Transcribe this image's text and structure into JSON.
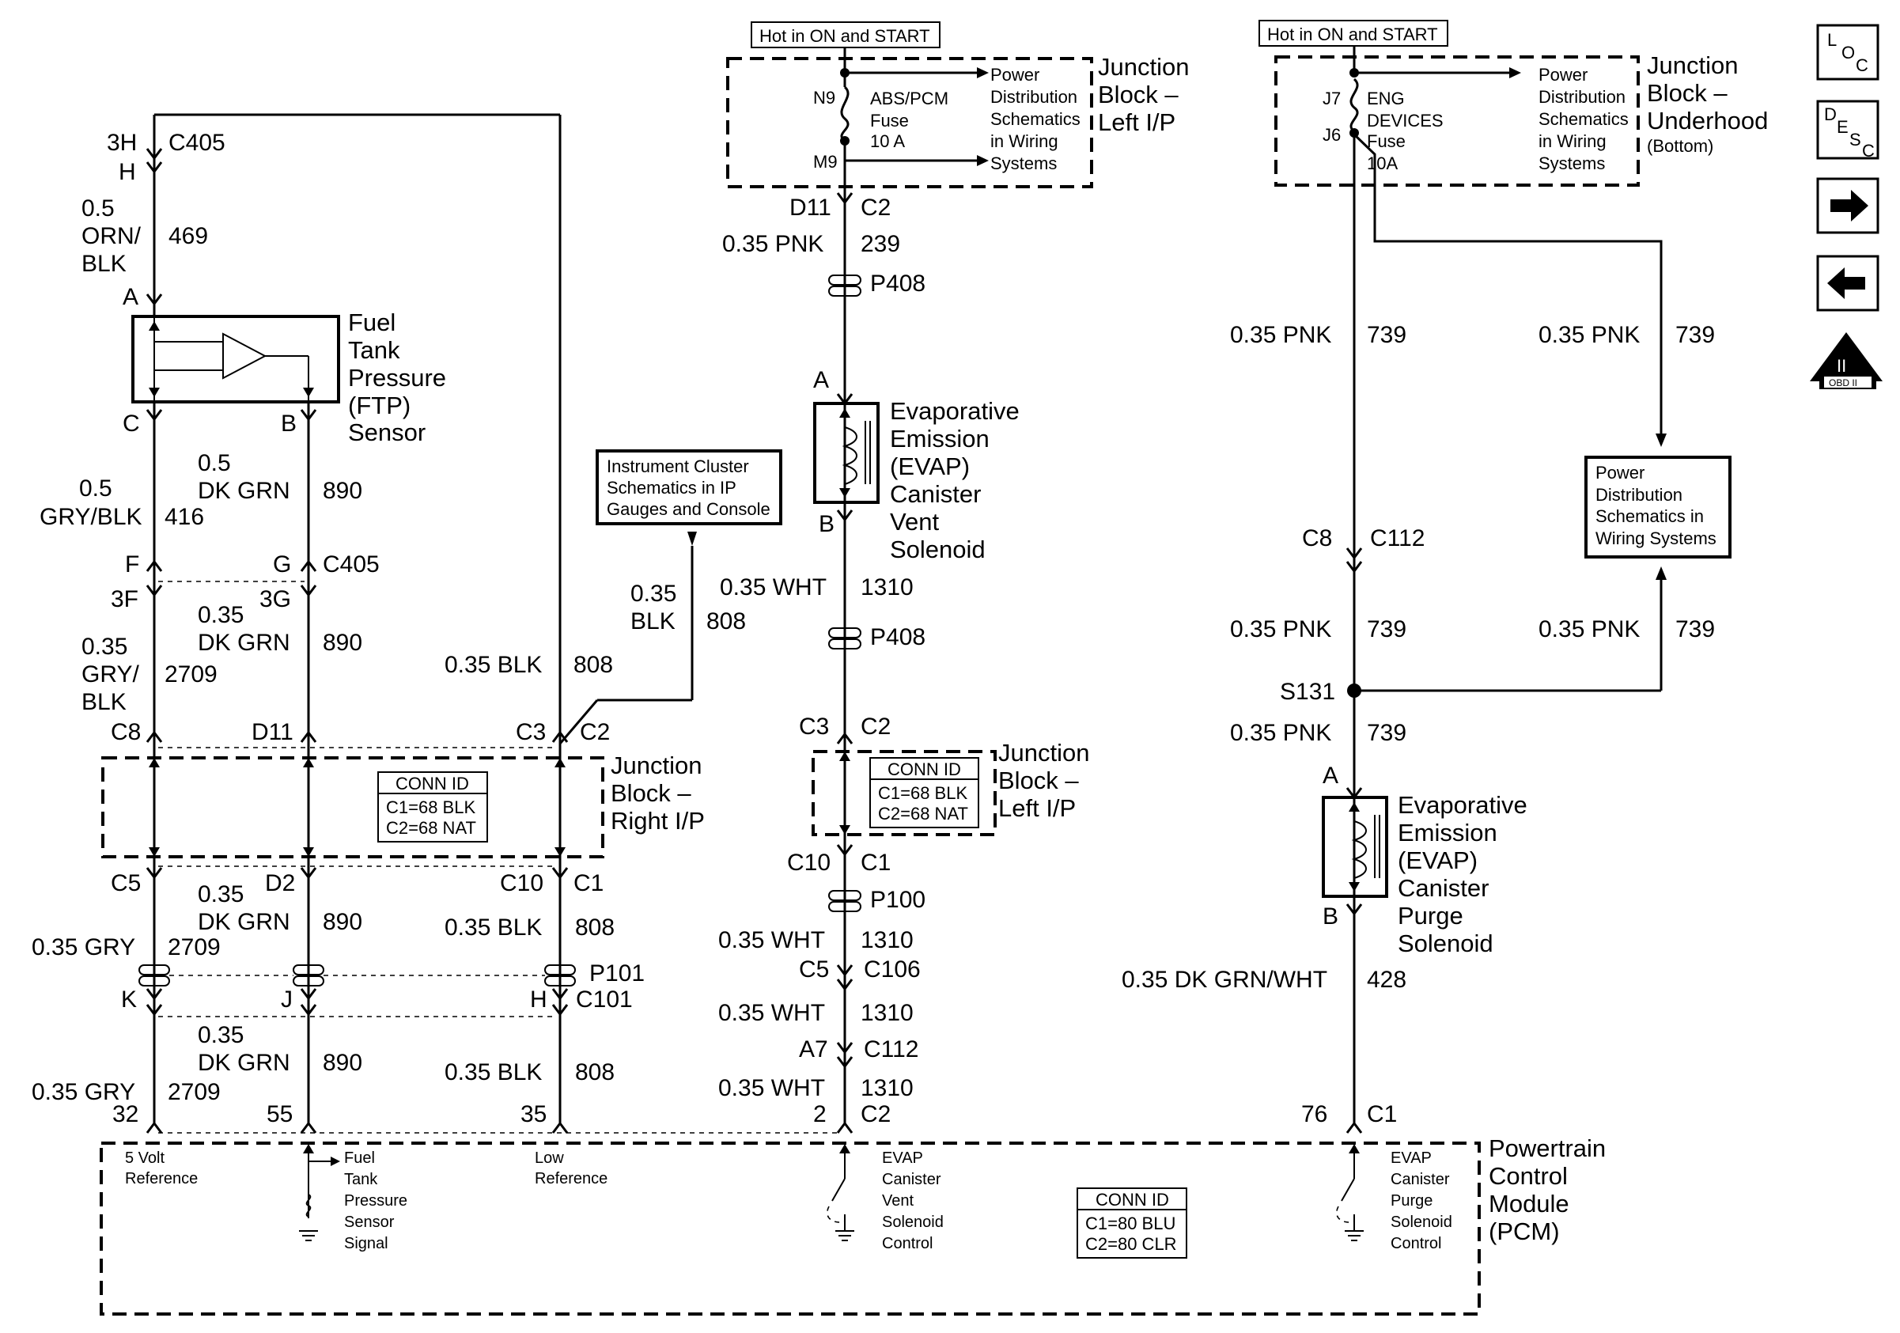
{
  "hot_banners": [
    "Hot in ON and START",
    "Hot in ON and START"
  ],
  "junction_left_ip_top": {
    "title_lines": [
      "Junction",
      "Block –",
      "Left I/P"
    ],
    "pin_top": "N9",
    "pin_bottom": "M9",
    "fuse_lines": [
      "ABS/PCM",
      "Fuse",
      "10 A"
    ],
    "ref_lines": [
      "Power",
      "Distribution",
      "Schematics",
      "in Wiring",
      "Systems"
    ]
  },
  "junction_underhood": {
    "title_lines": [
      "Junction",
      "Block –",
      "Underhood",
      "(Bottom)"
    ],
    "pin_top": "J7",
    "pin_bottom": "J6",
    "fuse_lines": [
      "ENG",
      "DEVICES",
      "Fuse",
      "10A"
    ],
    "ref_lines": [
      "Power",
      "Distribution",
      "Schematics",
      "in Wiring",
      "Systems"
    ]
  },
  "ftp_sensor": {
    "title_lines": [
      "Fuel",
      "Tank",
      "Pressure",
      "(FTP)",
      "Sensor"
    ],
    "pins": [
      "A",
      "C",
      "B"
    ]
  },
  "instrument_ref": [
    "Instrument Cluster",
    "Schematics in IP",
    "Gauges and Console"
  ],
  "power_dist_ref": [
    "Power",
    "Distribution",
    "Schematics in",
    "Wiring Systems"
  ],
  "vent_solenoid": {
    "title_lines": [
      "Evaporative",
      "Emission",
      "(EVAP)",
      "Canister",
      "Vent",
      "Solenoid"
    ],
    "pins": [
      "A",
      "B"
    ]
  },
  "purge_solenoid": {
    "title_lines": [
      "Evaporative",
      "Emission",
      "(EVAP)",
      "Canister",
      "Purge",
      "Solenoid"
    ],
    "pins": [
      "A",
      "B"
    ]
  },
  "junction_right_ip": {
    "title_lines": [
      "Junction",
      "Block –",
      "Right I/P"
    ],
    "conn_id": [
      "CONN ID",
      "C1=68 BLK",
      "C2=68 NAT"
    ]
  },
  "junction_left_ip_mid": {
    "title_lines": [
      "Junction",
      "Block –",
      "Left I/P"
    ],
    "conn_id": [
      "CONN ID",
      "C1=68 BLK",
      "C2=68 NAT"
    ]
  },
  "pcm": {
    "title_lines": [
      "Powertrain",
      "Control",
      "Module",
      "(PCM)"
    ],
    "conn_id": [
      "CONN ID",
      "C1=80 BLU",
      "C2=80 CLR"
    ],
    "labels": {
      "five_volt": [
        "5 Volt",
        "Reference"
      ],
      "ftp_signal": [
        "Fuel",
        "Tank",
        "Pressure",
        "Sensor",
        "Signal"
      ],
      "low_ref": [
        "Low",
        "Reference"
      ],
      "vent_control": [
        "EVAP",
        "Canister",
        "Vent",
        "Solenoid",
        "Control"
      ],
      "purge_control": [
        "EVAP",
        "Canister",
        "Purge",
        "Solenoid",
        "Control"
      ]
    },
    "pins": [
      "32",
      "55",
      "35",
      "2",
      "C2",
      "76",
      "C1"
    ]
  },
  "connectors": {
    "c405_top": [
      "3H",
      "H",
      "C405"
    ],
    "c405_mid": [
      "F",
      "3F",
      "G",
      "3G",
      "C405"
    ],
    "jb_right_top": [
      "C8",
      "D11",
      "C3",
      "C2"
    ],
    "jb_right_bottom": [
      "C5",
      "D2",
      "C10",
      "C1"
    ],
    "p101": [
      "P101"
    ],
    "c101": [
      "K",
      "J",
      "H",
      "C101"
    ],
    "col3": [
      "D11",
      "C2",
      "P408",
      "A",
      "B",
      "P408",
      "C3",
      "C2",
      "C10",
      "C1",
      "P100",
      "C5",
      "C106",
      "A7",
      "C112"
    ],
    "col4": [
      "C8",
      "C112",
      "S131",
      "A",
      "B"
    ]
  },
  "wires": {
    "w469": [
      "0.5",
      "ORN/",
      "BLK",
      "469"
    ],
    "w416": [
      "0.5",
      "GRY/BLK",
      "416"
    ],
    "w890a": [
      "0.5",
      "DK GRN",
      "890"
    ],
    "w2709a": [
      "0.35",
      "GRY/",
      "BLK",
      "2709"
    ],
    "w890b": [
      "0.35",
      "DK GRN",
      "890"
    ],
    "w808a": [
      "0.35 BLK",
      "808"
    ],
    "w808b": [
      "0.35",
      "BLK",
      "808"
    ],
    "w2709b": [
      "0.35 GRY",
      "2709"
    ],
    "w890c": [
      "0.35",
      "DK GRN",
      "890"
    ],
    "w808c": [
      "0.35 BLK",
      "808"
    ],
    "w2709c": [
      "0.35 GRY",
      "2709"
    ],
    "w890d": [
      "0.35",
      "DK GRN",
      "890"
    ],
    "w808d": [
      "0.35 BLK",
      "808"
    ],
    "w239": [
      "0.35 PNK",
      "239"
    ],
    "w1310a": [
      "0.35 WHT",
      "1310"
    ],
    "w1310b": [
      "0.35 WHT",
      "1310"
    ],
    "w1310c": [
      "0.35 WHT",
      "1310"
    ],
    "w1310d": [
      "0.35 WHT",
      "1310"
    ],
    "w739a": [
      "0.35 PNK",
      "739"
    ],
    "w739b": [
      "0.35 PNK",
      "739"
    ],
    "w739c": [
      "0.35 PNK",
      "739"
    ],
    "w739d": [
      "0.35 PNK",
      "739"
    ],
    "w739e": [
      "0.35 PNK",
      "739"
    ],
    "w428": [
      "0.35 DK GRN/WHT",
      "428"
    ]
  },
  "side_icons": {
    "loc": [
      "L",
      "O",
      "C"
    ],
    "desc": [
      "D",
      "E",
      "S",
      "C"
    ],
    "obd": [
      "II",
      "OBD II"
    ],
    "names": [
      "location-icon",
      "description-icon",
      "next-arrow-icon",
      "previous-arrow-icon",
      "obd-ii-icon"
    ]
  }
}
